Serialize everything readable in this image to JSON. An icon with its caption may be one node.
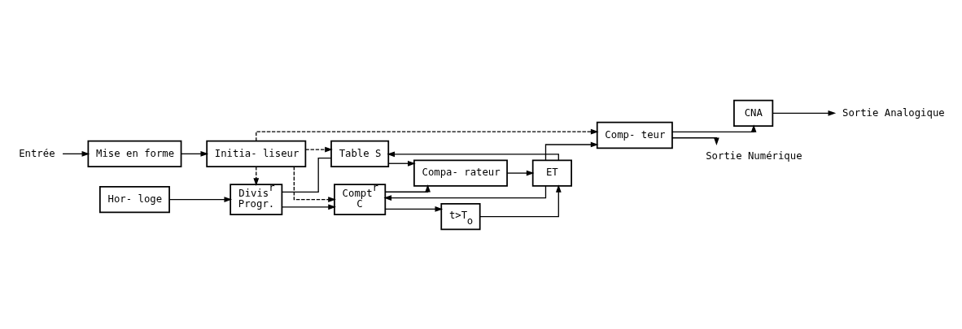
{
  "diagram": {
    "nodes": [
      {
        "text": [
          "Entrée"
        ]
      },
      {
        "text": [
          "Hor- loge"
        ]
      },
      {
        "text": [
          "Divis$^{r}$ Progr."
        ]
      },
      {
        "text": [
          "Mise en forme"
        ]
      },
      {
        "text": [
          "Initia- liseur"
        ]
      },
      {
        "text": [
          "Compt$^{r}$ C"
        ]
      },
      {
        "text": [
          "Table S"
        ]
      },
      {
        "text": [
          "t>T$_{o}$"
        ]
      },
      {
        "text": [
          "Compa- rateur"
        ]
      },
      {
        "text": [
          "ET"
        ]
      },
      {
        "text": [
          "Comp- teur"
        ]
      },
      {
        "text": [
          "CNA"
        ]
      },
      {
        "text": [
          "Sortie Numérique"
        ]
      },
      {
        "text": [
          "Sortie Analogique"
        ]
      }
    ],
    "edges": [
      {
        "from": 0,
        "to": 3,
        "arrow": "to"
      },
      {
        "from": 1,
        "to": 2,
        "arrow": "to"
      },
      {
        "from": 3,
        "to": 4,
        "arrow": "to"
      },
      {
        "from": 2,
        "to": 5,
        "arrow": "to"
      },
      {
        "from": 2,
        "to": 6,
        "arrow": "none"
      },
      {
        "from": 4,
        "to": 6,
        "arrow": "to",
        "style": "dashed"
      },
      {
        "from": 4,
        "to": 2,
        "arrow": "to",
        "style": "dashed"
      },
      {
        "from": 4,
        "to": 5,
        "arrow": "to",
        "style": "dashed"
      },
      {
        "from": 4,
        "to": 10,
        "arrow": "to",
        "style": "dashed"
      },
      {
        "from": 5,
        "to": 7,
        "arrow": "to"
      },
      {
        "from": 5,
        "to": 8,
        "arrow": "to"
      },
      {
        "from": 6,
        "to": 8,
        "arrow": "to"
      },
      {
        "from": 7,
        "to": 9,
        "arrow": "to"
      },
      {
        "from": 8,
        "to": 9,
        "arrow": "to"
      },
      {
        "from": 9,
        "to": 5,
        "arrow": "to"
      },
      {
        "from": 9,
        "to": 10,
        "arrow": "to"
      },
      {
        "from": 9,
        "to": 6,
        "arrow": "to"
      },
      {
        "from": 10,
        "to": 12,
        "arrow": "to"
      },
      {
        "from": 10,
        "to": 11,
        "arrow": "to"
      },
      {
        "from": 11,
        "to": 13,
        "arrow": "to"
      }
    ]
  }
}
